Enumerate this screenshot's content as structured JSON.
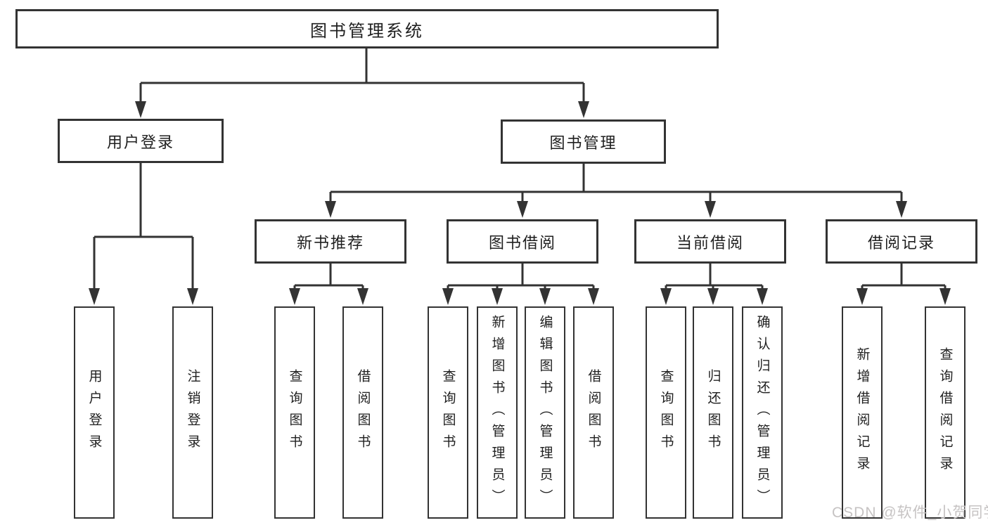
{
  "colors": {
    "background": "#ffffff",
    "line": "#333333",
    "text": "#1f1f1f",
    "watermark": "#c6c3c3"
  },
  "watermark": "CSDN @软件_小贺同学",
  "tree": {
    "root": "图书管理系统",
    "branches": [
      {
        "label": "用户登录",
        "children": [
          "用户登录",
          "注销登录"
        ]
      },
      {
        "label": "图书管理",
        "sections": [
          {
            "label": "新书推荐",
            "children": [
              "查询图书",
              "借阅图书"
            ]
          },
          {
            "label": "图书借阅",
            "children": [
              "查询图书",
              "新增图书（管理员）",
              "编辑图书（管理员）",
              "借阅图书"
            ]
          },
          {
            "label": "当前借阅",
            "children": [
              "查询图书",
              "归还图书",
              "确认归还（管理员）"
            ]
          },
          {
            "label": "借阅记录",
            "children": [
              "新增借阅记录",
              "查询借阅记录"
            ]
          }
        ]
      }
    ]
  }
}
